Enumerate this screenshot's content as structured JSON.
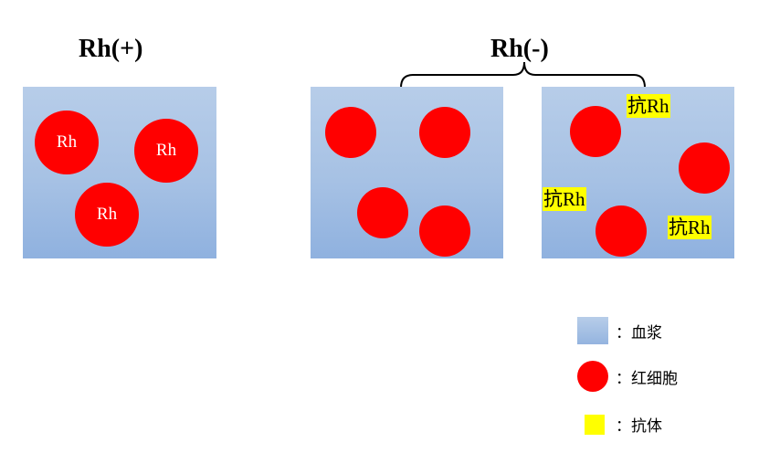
{
  "headings": {
    "rh_positive": "Rh(+)",
    "rh_negative": "Rh(-)"
  },
  "panels": {
    "positive": {
      "cell_label": "Rh"
    },
    "negative_with_antibody": {
      "antibody_label": "抗Rh"
    }
  },
  "legend": {
    "plasma": "：血浆",
    "red_cell": "：红细胞",
    "antibody": "：抗体"
  },
  "colors": {
    "plasma": "#a6c1e4",
    "red_cell": "#ff0000",
    "antibody": "#ffff00"
  }
}
